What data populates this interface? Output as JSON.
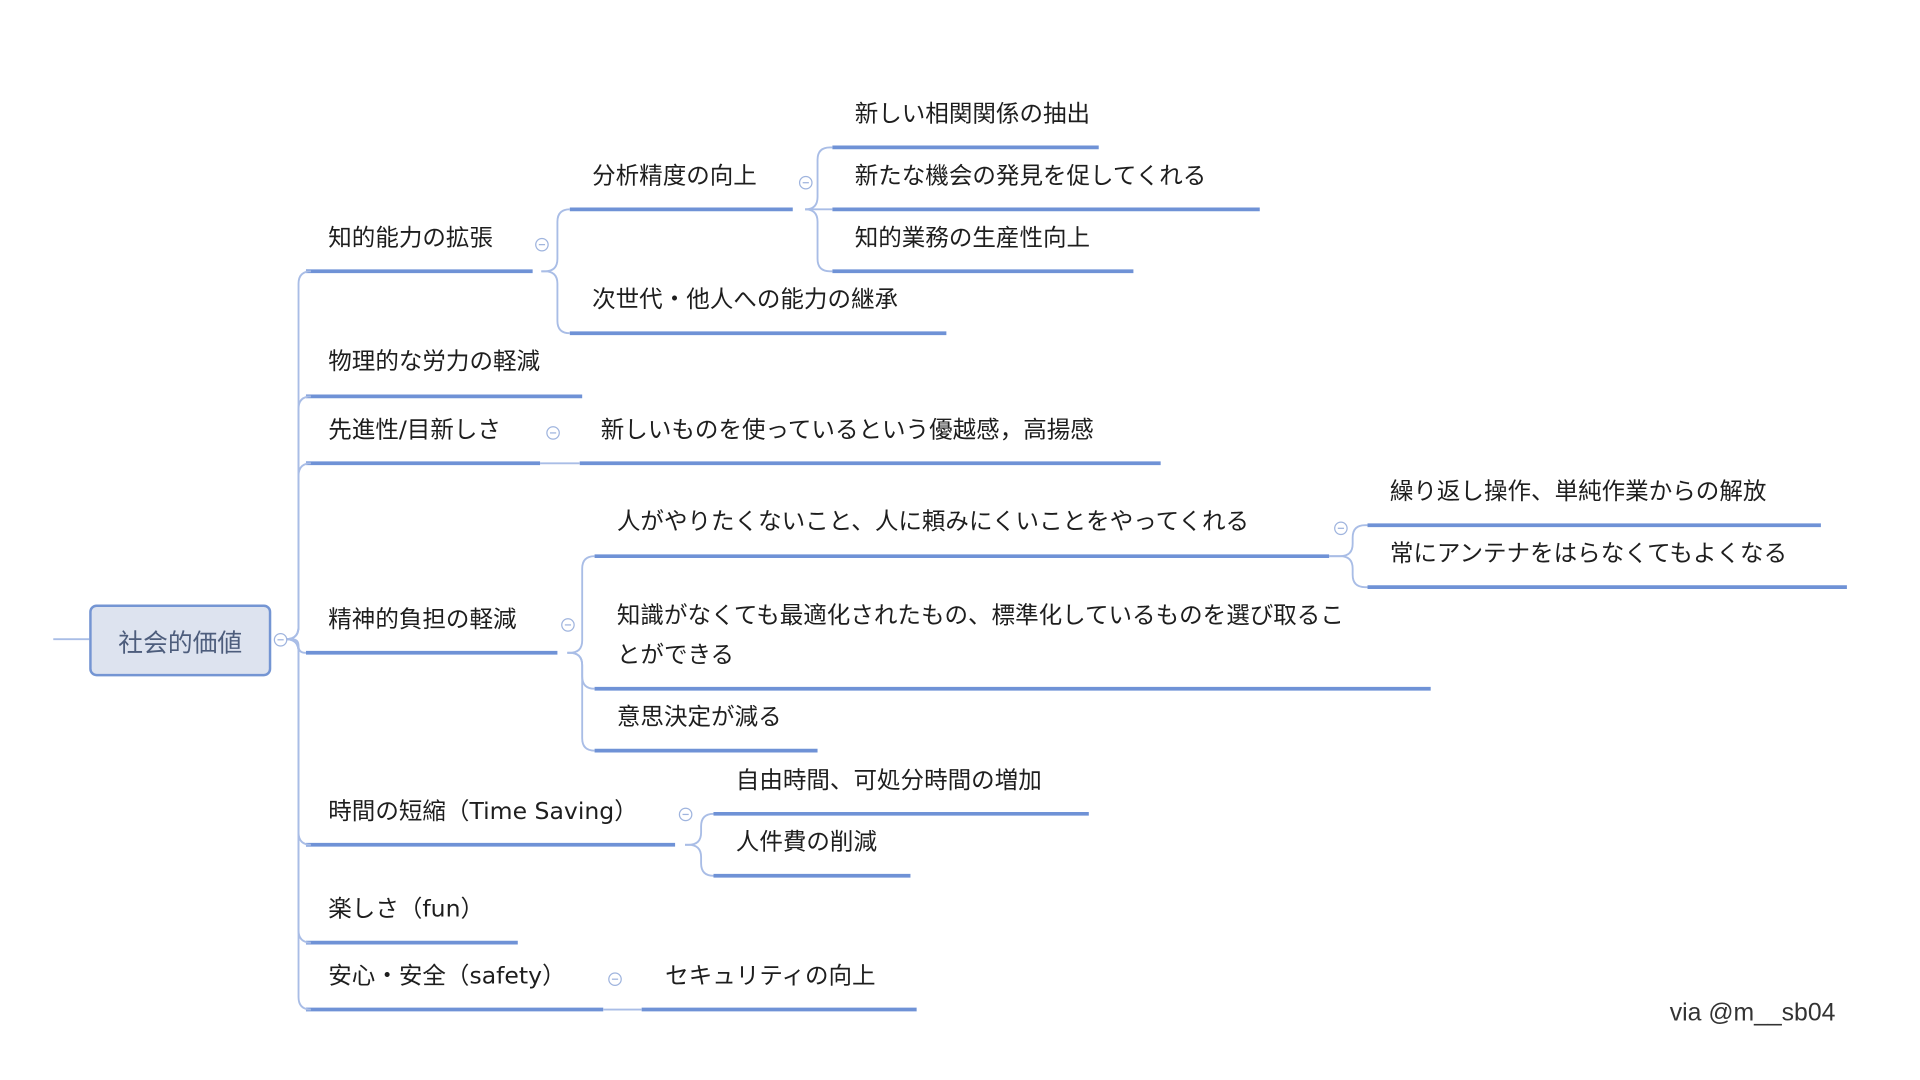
{
  "root": {
    "label": "社会的価値"
  },
  "branches": [
    {
      "label": "知的能力の拡張",
      "children": [
        {
          "label": "分析精度の向上",
          "children": [
            {
              "label": "新しい相関関係の抽出"
            },
            {
              "label": "新たな機会の発見を促してくれる"
            },
            {
              "label": "知的業務の生産性向上"
            }
          ]
        },
        {
          "label": "次世代・他人への能力の継承"
        }
      ]
    },
    {
      "label": "物理的な労力の軽減"
    },
    {
      "label": "先進性/目新しさ",
      "children": [
        {
          "label": "新しいものを使っているという優越感，高揚感"
        }
      ]
    },
    {
      "label": "精神的負担の軽減",
      "children": [
        {
          "label": "人がやりたくないこと、人に頼みにくいことをやってくれる",
          "children": [
            {
              "label": "繰り返し操作、単純作業からの解放"
            },
            {
              "label": "常にアンテナをはらなくてもよくなる"
            }
          ]
        },
        {
          "label_line1": "知識がなくても最適化されたもの、標準化しているものを選び取るこ",
          "label_line2": "とができる"
        },
        {
          "label": "意思決定が減る"
        }
      ]
    },
    {
      "label": "時間の短縮（Time Saving）",
      "children": [
        {
          "label": "自由時間、可処分時間の増加"
        },
        {
          "label": "人件費の削減"
        }
      ]
    },
    {
      "label": "楽しさ（fun）"
    },
    {
      "label": "安心・安全（safety）",
      "children": [
        {
          "label": "セキュリティの向上"
        }
      ]
    }
  ],
  "credit": "via @m__sb04",
  "colors": {
    "underline": "#6f92d6",
    "connector": "#a9bde6",
    "root_fill": "#dde3ef",
    "root_border": "#7495d3"
  }
}
